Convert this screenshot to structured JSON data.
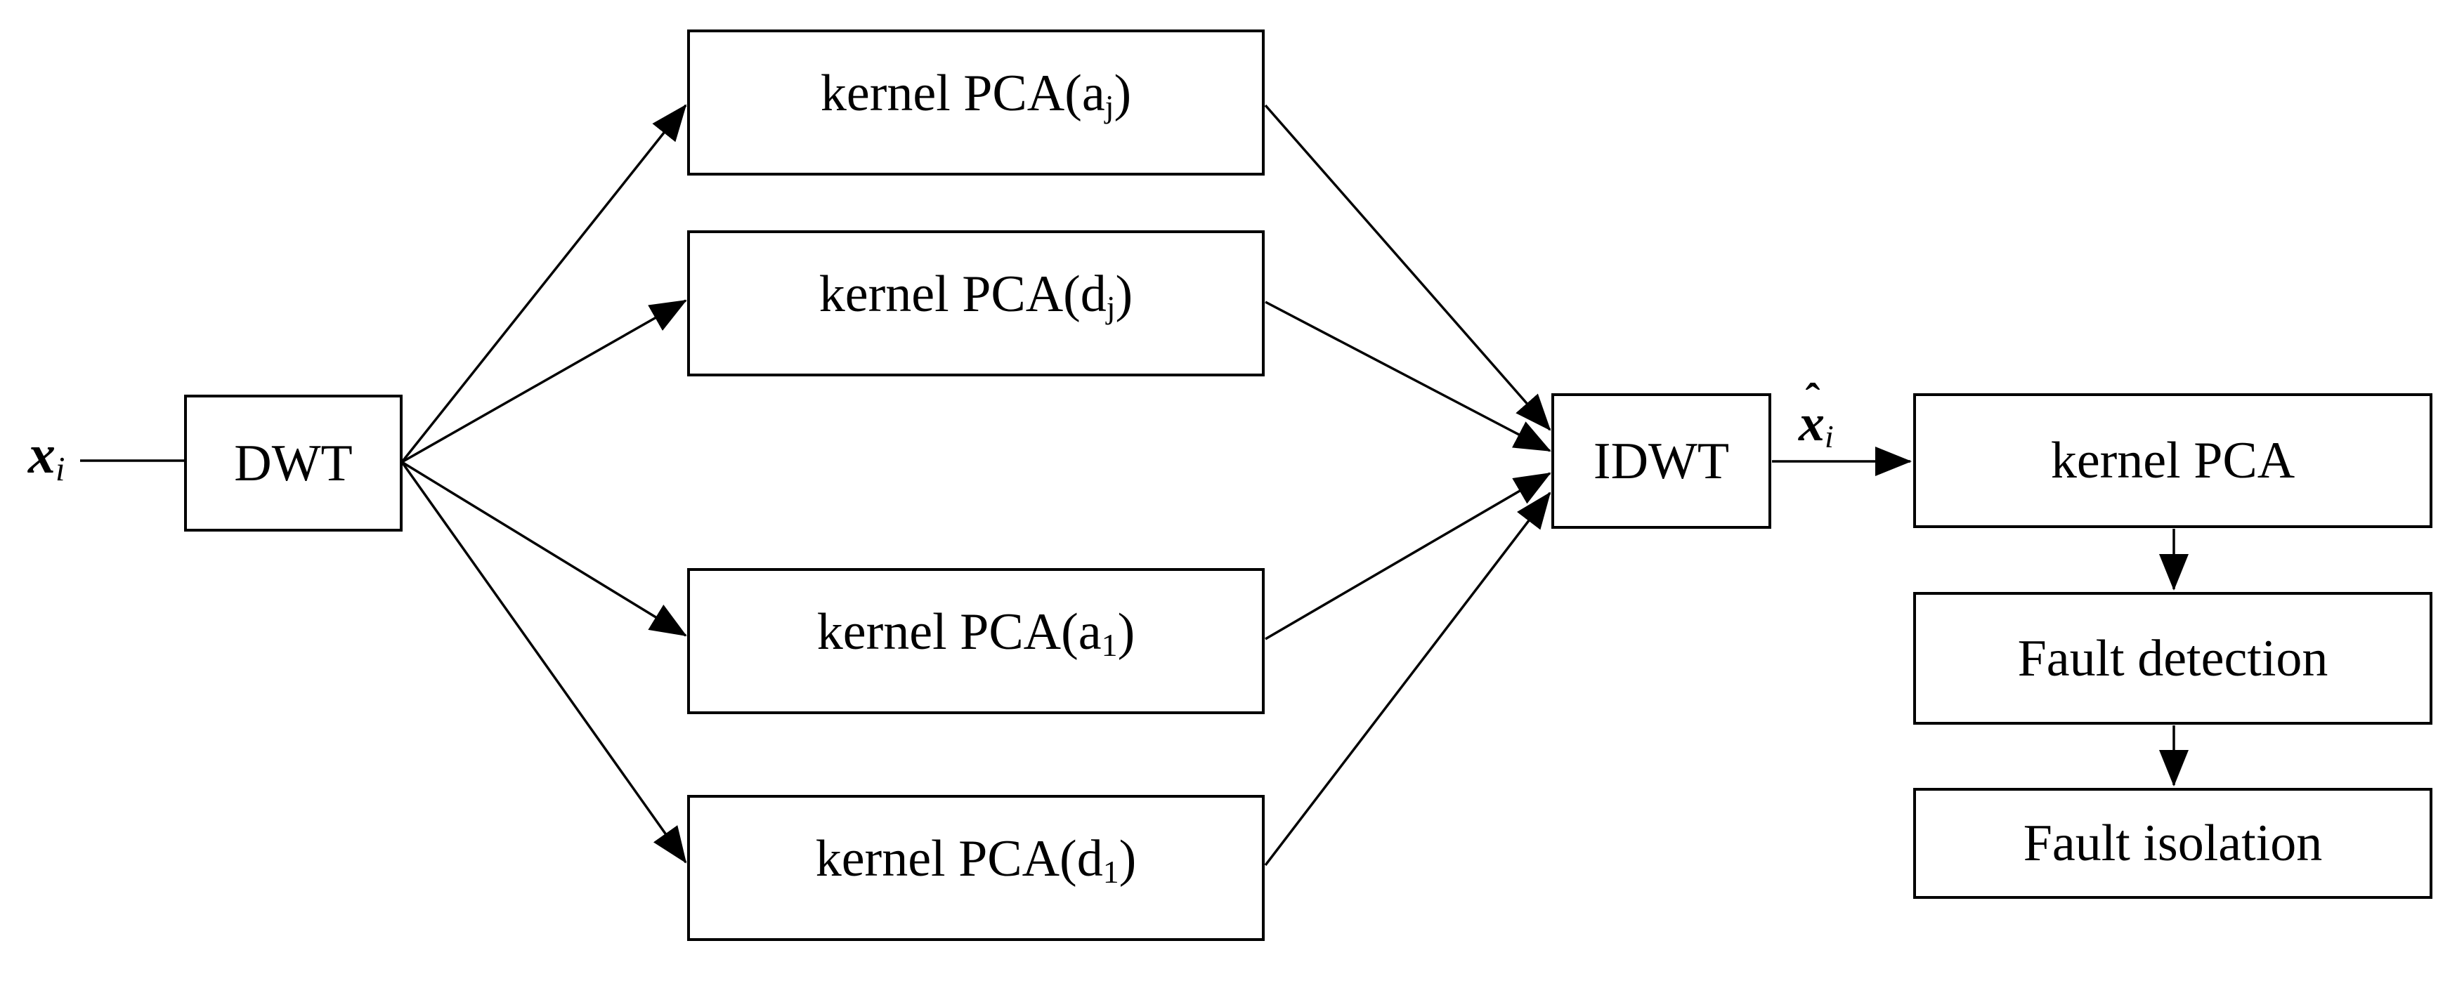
{
  "figure": {
    "background_color": "#ffffff",
    "stroke_color": "#000000"
  },
  "labels": {
    "input_signal": {
      "base": "x",
      "sub": "i"
    },
    "reconstructed_signal": {
      "hat": "ˆ",
      "base": "x",
      "sub": "i"
    }
  },
  "nodes": {
    "dwt": {
      "label": "DWT"
    },
    "idwt": {
      "label": "IDWT"
    },
    "kpca_aj": {
      "pre": "kernel PCA(a",
      "sub": "j",
      "post": ")"
    },
    "kpca_dj": {
      "pre": "kernel PCA(d",
      "sub": "j",
      "post": ")"
    },
    "kpca_a1": {
      "pre": "kernel PCA(a",
      "sub": "1",
      "post": ")"
    },
    "kpca_d1": {
      "pre": "kernel PCA(d",
      "sub": "1",
      "post": ")"
    },
    "kpca": {
      "label": "kernel PCA"
    },
    "fault_detection": {
      "label": "Fault detection"
    },
    "fault_isolation": {
      "label": "Fault isolation"
    }
  }
}
